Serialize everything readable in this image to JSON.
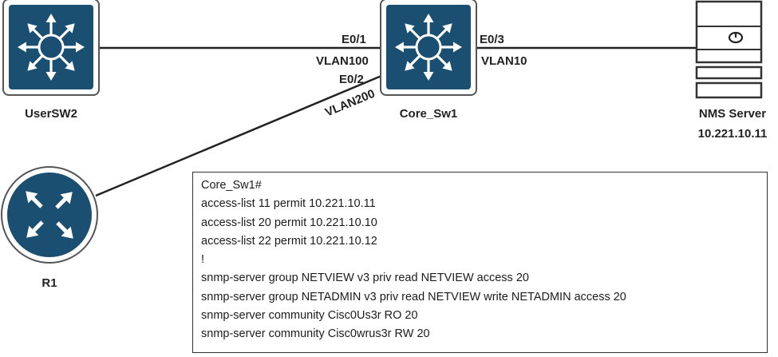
{
  "devices": {
    "usersw2": {
      "label": "UserSW2",
      "icon": "multilayer-switch-icon"
    },
    "core": {
      "label": "Core_Sw1",
      "icon": "multilayer-switch-icon"
    },
    "nms": {
      "label": "NMS Server",
      "ip": "10.221.10.11",
      "icon": "server-icon"
    },
    "r1": {
      "label": "R1",
      "icon": "router-icon"
    }
  },
  "links": {
    "usersw2_core": {
      "port": "E0/1",
      "vlan": "VLAN100"
    },
    "core_nms": {
      "port": "E0/3",
      "vlan": "VLAN10"
    },
    "core_r1": {
      "port": "E0/2",
      "vlan": "VLAN200"
    }
  },
  "config": {
    "lines": [
      "Core_Sw1#",
      "access-list 11 permit 10.221.10.11",
      "access-list 20 permit 10.221.10.10",
      "access-list 22 permit 10.221.10.12",
      "!",
      "snmp-server group NETVIEW v3 priv read NETVIEW access 20",
      "snmp-server group NETADMIN v3 priv read NETVIEW write NETADMIN access 20",
      "snmp-server community Cisc0Us3r RO 20",
      "snmp-server community Cisc0wrus3r RW 20"
    ]
  },
  "colors": {
    "device_fill": "#1a4f72",
    "line": "#222222",
    "arrow": "#ffffff"
  }
}
